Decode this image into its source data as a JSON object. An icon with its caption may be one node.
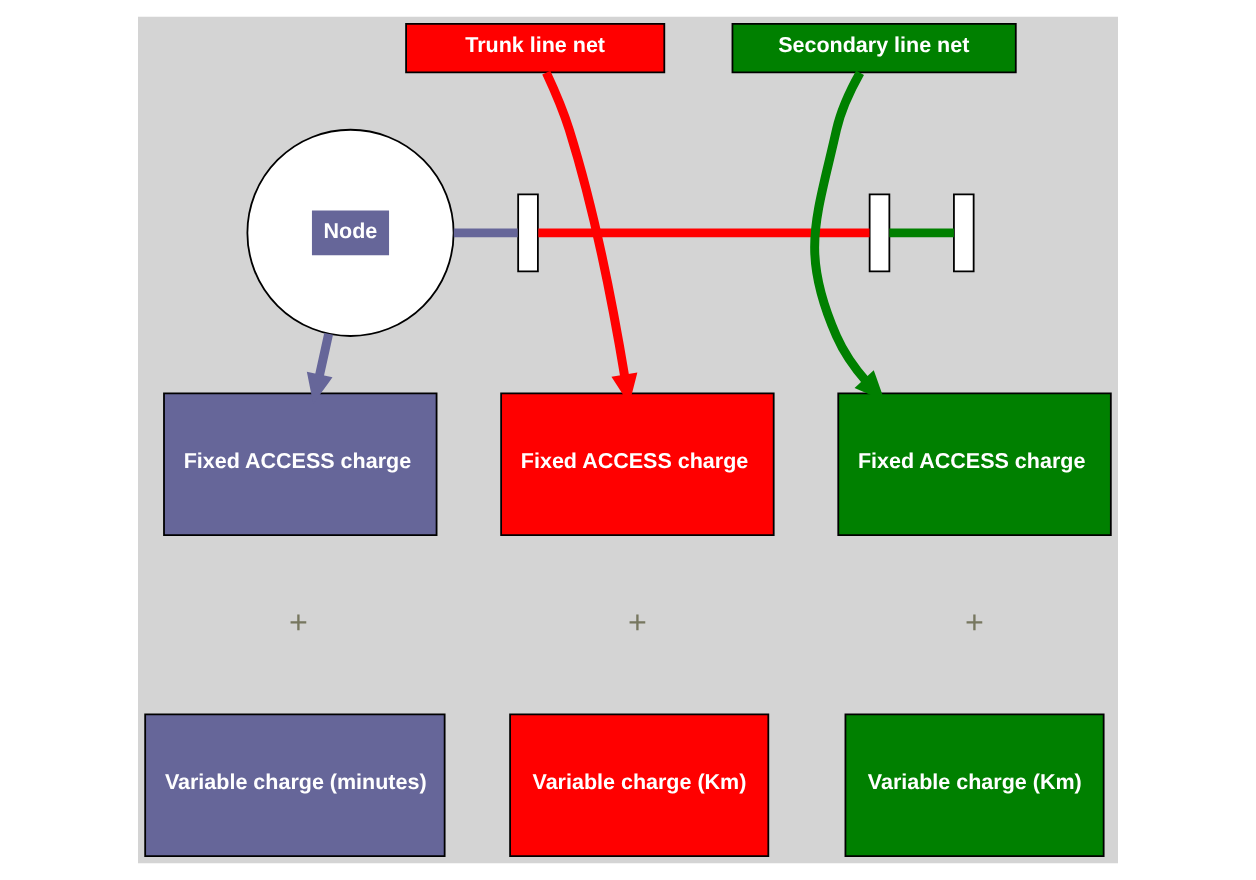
{
  "diagram": {
    "nodes": [
      {
        "text": [
          "Node"
        ]
      },
      {
        "text": [],
        "shape": "box"
      },
      {
        "text": [
          "Trunk line net"
        ]
      },
      {
        "text": [],
        "shape": "box"
      },
      {
        "text": [
          "Secondary line net"
        ]
      },
      {
        "text": [],
        "shape": "box"
      },
      {
        "text": [
          "Fixed ACCESS charge"
        ]
      },
      {
        "text": [
          "Fixed ACCESS charge"
        ]
      },
      {
        "text": [
          "Fixed ACCESS charge"
        ]
      },
      {
        "text": [
          "Variable charge (minutes)"
        ]
      },
      {
        "text": [
          "Variable charge (Km)"
        ]
      },
      {
        "text": [
          "Variable charge (Km)"
        ]
      }
    ],
    "edges": [
      {
        "from": 0,
        "to": 1,
        "arrow": "none",
        "color": "#666699"
      },
      {
        "from": 1,
        "to": 3,
        "arrow": "none",
        "color": "#ff0000"
      },
      {
        "from": 3,
        "to": 5,
        "arrow": "none",
        "color": "#008000"
      },
      {
        "from": 0,
        "to": 6,
        "arrow": "to",
        "color": "#666699"
      },
      {
        "from": 2,
        "to": 7,
        "arrow": "to",
        "color": "#ff0000"
      },
      {
        "from": 4,
        "to": 8,
        "arrow": "to",
        "color": "#008000"
      }
    ],
    "labels": [
      "+",
      "+",
      "+"
    ]
  }
}
